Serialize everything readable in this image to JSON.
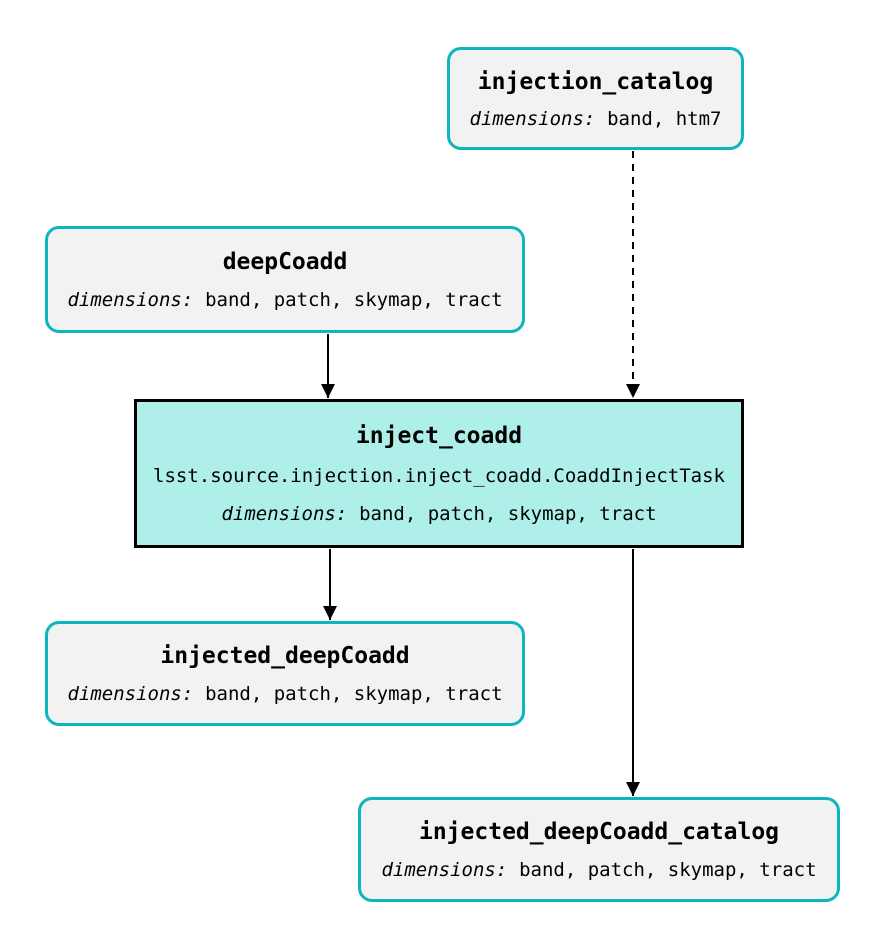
{
  "diagram": {
    "kind": "pipeline-task-graph",
    "colors": {
      "background": "#ffffff",
      "dataset_border": "#0cb6bd",
      "dataset_fill": "#f2f2f2",
      "task_border": "#000000",
      "task_fill": "#aef0e9",
      "edge": "#000000",
      "text": "#000000"
    },
    "nodes": [
      {
        "id": "injection_catalog",
        "kind": "dataset",
        "title": "injection_catalog",
        "dimensions_label": "dimensions:",
        "dimensions": "band, htm7"
      },
      {
        "id": "deepCoadd",
        "kind": "dataset",
        "title": "deepCoadd",
        "dimensions_label": "dimensions:",
        "dimensions": "band, patch, skymap, tract"
      },
      {
        "id": "inject_coadd",
        "kind": "task",
        "title": "inject_coadd",
        "task_class": "lsst.source.injection.inject_coadd.CoaddInjectTask",
        "dimensions_label": "dimensions:",
        "dimensions": "band, patch, skymap, tract"
      },
      {
        "id": "injected_deepCoadd",
        "kind": "dataset",
        "title": "injected_deepCoadd",
        "dimensions_label": "dimensions:",
        "dimensions": "band, patch, skymap, tract"
      },
      {
        "id": "injected_deepCoadd_catalog",
        "kind": "dataset",
        "title": "injected_deepCoadd_catalog",
        "dimensions_label": "dimensions:",
        "dimensions": "band, patch, skymap, tract"
      }
    ],
    "edges": [
      {
        "from": "injection_catalog",
        "to": "inject_coadd",
        "style": "dashed"
      },
      {
        "from": "deepCoadd",
        "to": "inject_coadd",
        "style": "solid"
      },
      {
        "from": "inject_coadd",
        "to": "injected_deepCoadd",
        "style": "solid"
      },
      {
        "from": "inject_coadd",
        "to": "injected_deepCoadd_catalog",
        "style": "solid"
      }
    ]
  }
}
